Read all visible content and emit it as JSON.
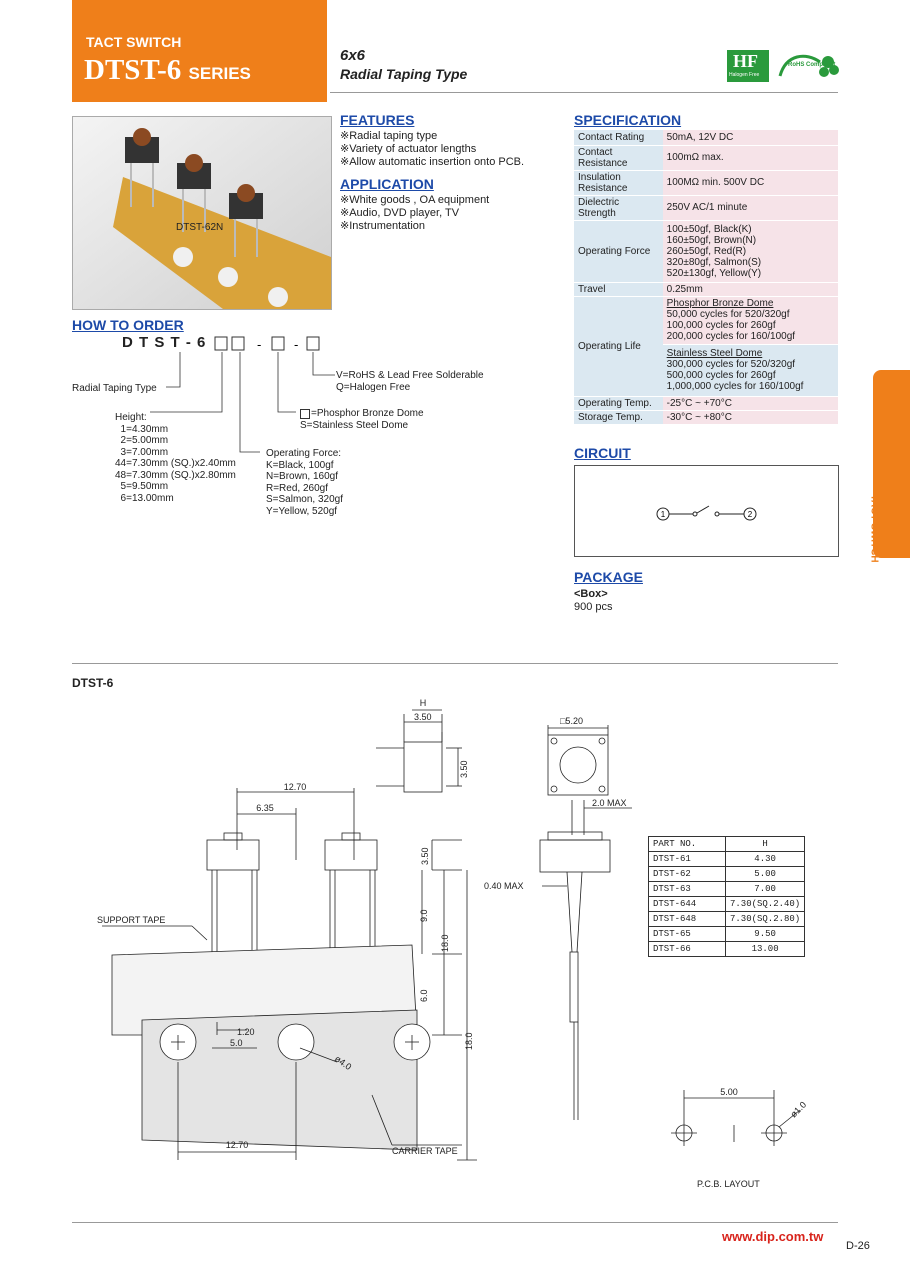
{
  "header": {
    "category": "TACT SWITCH",
    "model": "DTST-6",
    "series": "SERIES",
    "size": "6x6",
    "type": "Radial Taping Type"
  },
  "logos": {
    "hf_text": "Halogen Free",
    "rohs_text": "RoHS Compliant"
  },
  "photo_label": "DTST-62N",
  "features": {
    "title": "FEATURES",
    "items": [
      "※Radial taping type",
      "※Variety of actuator lengths",
      "※Allow automatic insertion onto PCB."
    ]
  },
  "application": {
    "title": "APPLICATION",
    "items": [
      "※White goods , OA equipment",
      "※Audio, DVD player, TV",
      "※Instrumentation"
    ]
  },
  "specification": {
    "title": "SPECIFICATION",
    "rows": [
      {
        "k": "Contact Rating",
        "v": "50mA, 12V DC"
      },
      {
        "k": "Contact Resistance",
        "v": "100mΩ max."
      },
      {
        "k": "Insulation Resistance",
        "v": "100MΩ min. 500V DC"
      },
      {
        "k": "Dielectric Strength",
        "v": "250V AC/1 minute"
      },
      {
        "k": "Operating Force",
        "v": "100±50gf, Black(K)\n160±50gf, Brown(N)\n260±50gf, Red(R)\n320±80gf, Salmon(S)\n520±130gf, Yellow(Y)"
      },
      {
        "k": "Travel",
        "v": "0.25mm"
      }
    ],
    "life_key": "Operating Life",
    "life_pb_title": "Phosphor Bronze Dome",
    "life_pb": "50,000 cycles for 520/320gf\n100,000 cycles for 260gf\n200,000 cycles for 160/100gf",
    "life_ss_title": "Stainless Steel Dome",
    "life_ss": "300,000 cycles for 520/320gf\n500,000 cycles for 260gf\n1,000,000 cycles for 160/100gf",
    "temp_rows": [
      {
        "k": "Operating Temp.",
        "v": "-25°C ~ +70°C"
      },
      {
        "k": "Storage Temp.",
        "v": "-30°C ~ +80°C"
      }
    ]
  },
  "circuit": {
    "title": "CIRCUIT",
    "n1": "1",
    "n2": "2"
  },
  "package": {
    "title": "PACKAGE",
    "box": "<Box>",
    "qty": "900 pcs"
  },
  "order": {
    "title": "HOW TO ORDER",
    "code": "D T S T - 6",
    "radial": "Radial Taping Type",
    "height": "Height:\n  1=4.30mm\n  2=5.00mm\n  3=7.00mm\n44=7.30mm (SQ.)x2.40mm\n48=7.30mm (SQ.)x2.80mm\n  5=9.50mm\n  6=13.00mm",
    "force": "Operating Force:\nK=Black, 100gf\nN=Brown, 160gf\nR=Red, 260gf\nS=Salmon, 320gf\nY=Yellow, 520gf",
    "dome": "=Phosphor Bronze Dome\nS=Stainless Steel Dome",
    "rohs": "V=RoHS & Lead Free Solderable\nQ=Halogen Free"
  },
  "side_tab": "TACT SWITCH",
  "drawing": {
    "title": "DTST-6",
    "dims": {
      "h": "H",
      "d350a": "3.50",
      "d350b": "3.50",
      "sq520": "□5.20",
      "max20": "2.0 MAX",
      "d1270a": "12.70",
      "d635": "6.35",
      "d350c": "3.50",
      "d90": "9.0",
      "d180a": "18.0",
      "d60": "6.0",
      "d180b": "18.0",
      "d040": "0.40 MAX",
      "d120": "1.20",
      "d50": "5.0",
      "phi40": "ø4.0",
      "d1270b": "12.70",
      "d500": "5.00",
      "phi10": "ø1.0"
    },
    "support_tape": "SUPPORT TAPE",
    "carrier_tape": "CARRIER TAPE",
    "pcb": "P.C.B. LAYOUT",
    "part_table": {
      "headers": [
        "PART NO.",
        "H"
      ],
      "rows": [
        [
          "DTST-61",
          "4.30"
        ],
        [
          "DTST-62",
          "5.00"
        ],
        [
          "DTST-63",
          "7.00"
        ],
        [
          "DTST-644",
          "7.30(SQ.2.40)"
        ],
        [
          "DTST-648",
          "7.30(SQ.2.80)"
        ],
        [
          "DTST-65",
          "9.50"
        ],
        [
          "DTST-66",
          "13.00"
        ]
      ]
    }
  },
  "footer": {
    "url": "www.dip.com.tw",
    "page": "D-26"
  }
}
